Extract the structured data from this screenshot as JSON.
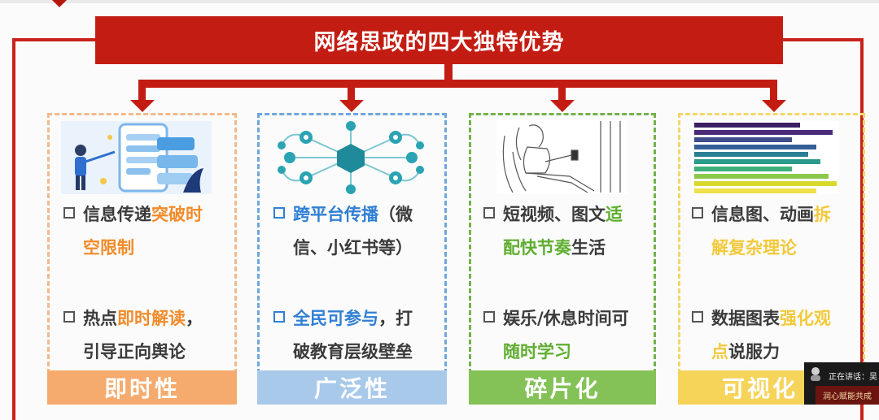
{
  "title": "网络思政的四大独特优势",
  "colors": {
    "red": "#c31d13",
    "orange_accent": "#f28b2a",
    "blue_accent": "#2f7fd4",
    "green_accent": "#5fae2f",
    "yellow_accent": "#f3c93b"
  },
  "cards": [
    {
      "illustration": "person-with-phone-ui-illustration",
      "b1": {
        "pre": "信息传递",
        "hl": "突破时",
        "l2": "空限制"
      },
      "b2": {
        "pre": "热点",
        "hl": "即时解读",
        "post": "，",
        "l2": "引导正向舆论"
      },
      "footer": "即时性"
    },
    {
      "illustration": "network-hexagon-illustration",
      "b1": {
        "hl": "跨平台传播",
        "post": "（微",
        "l2": "信、小红书等）"
      },
      "b2": {
        "hl": "全民可参与",
        "post": "，打",
        "l2": "破教育层级壁垒"
      },
      "footer": "广泛性"
    },
    {
      "illustration": "woman-reading-phone-sketch",
      "b1": {
        "pre": "短视频、图文",
        "hl": "适",
        "l2hl": "配快节奏",
        "l2": "生活"
      },
      "b2": {
        "pre": "娱乐/休息时间可",
        "l2hl": "随时学习"
      },
      "footer": "碎片化"
    },
    {
      "illustration": "horizontal-bar-chart-illustration",
      "b1": {
        "pre": "信息图、动画",
        "hl": "拆",
        "l2hl": "解复杂理论"
      },
      "b2": {
        "pre": "数据图表",
        "hl": "强化观",
        "l2hl": "点",
        "l2": "说服力"
      },
      "footer": "可视化"
    }
  ],
  "live_overlay": {
    "speaking_label": "正在讲话：吴",
    "logo_text": "润心赋能共成"
  }
}
